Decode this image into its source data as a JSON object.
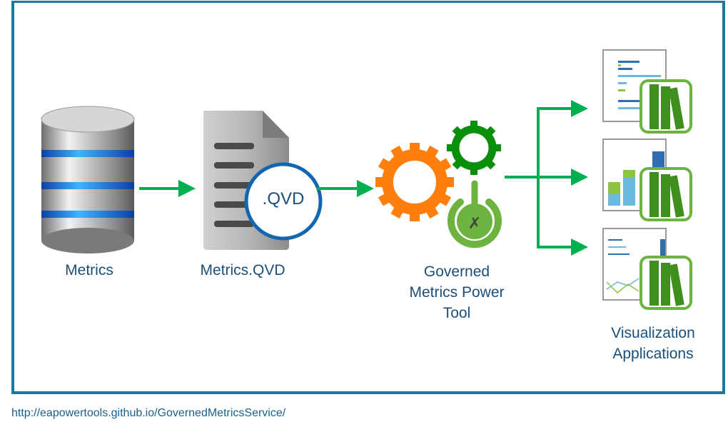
{
  "nodes": {
    "metrics": {
      "label": "Metrics",
      "icon": "database-icon"
    },
    "qvd": {
      "label": "Metrics.QVD",
      "badge": ".QVD",
      "icon": "document-icon"
    },
    "tool": {
      "label_lines": [
        "Governed",
        "Metrics Power",
        "Tool"
      ],
      "icon": "gears-power-icon"
    },
    "viz": {
      "label_lines": [
        "Visualization",
        "Applications"
      ],
      "icon": "app-thumbnail-icon"
    }
  },
  "footer": {
    "url": "http://eapowertools.github.io/GovernedMetricsService/"
  },
  "colors": {
    "frame": "#1a7a9e",
    "arrow": "#00b050",
    "text": "#1b4f7a",
    "orange_gear": "#ff7f0e",
    "green_gear": "#0a8f0a",
    "power": "#6db33f",
    "books": "#3f8f1f"
  }
}
